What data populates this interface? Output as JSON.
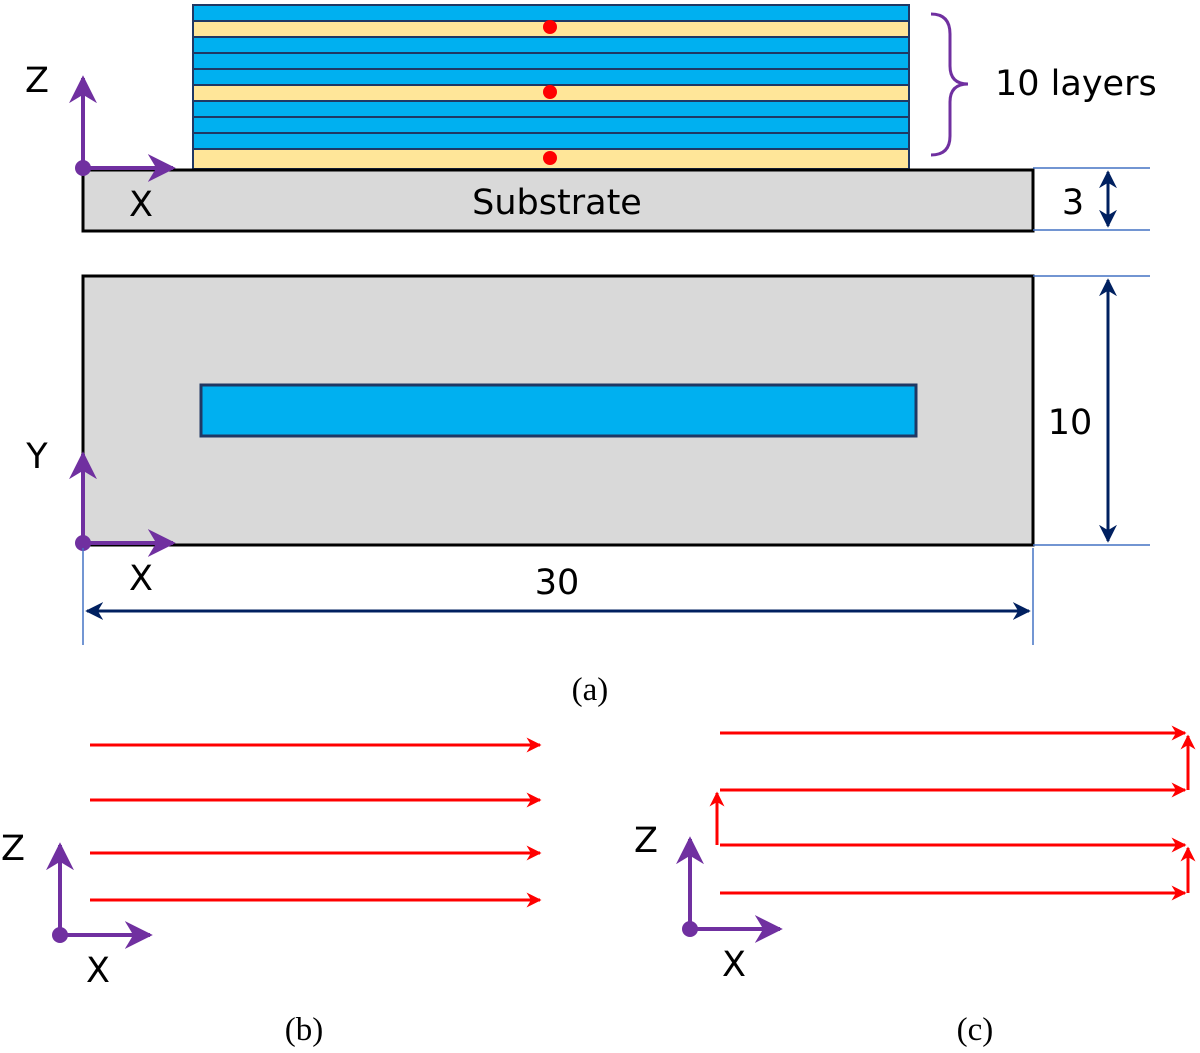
{
  "colors": {
    "layer_blue": "#00B0F0",
    "layer_yellow": "#FFE699",
    "layer_outline": "#1F3864",
    "substrate": "#D9D9D9",
    "axis_purple": "#7030A0",
    "path_red": "#FF0000",
    "dimension_navy": "#002060",
    "extension_blue": "#4472C4"
  },
  "panel_a": {
    "side_view": {
      "axis_vertical": "Z",
      "axis_horizontal": "X",
      "substrate_label": "Substrate",
      "layers_label": "10 layers",
      "thickness_dim": "3"
    },
    "top_view": {
      "axis_vertical": "Y",
      "axis_horizontal": "X",
      "width_dim": "10",
      "length_dim": "30"
    },
    "caption": "(a)"
  },
  "panel_b": {
    "axis_vertical": "Z",
    "axis_horizontal": "X",
    "caption": "(b)"
  },
  "panel_c": {
    "axis_vertical": "Z",
    "axis_horizontal": "X",
    "caption": "(c)"
  }
}
